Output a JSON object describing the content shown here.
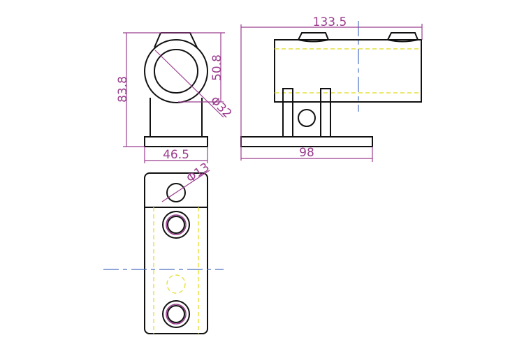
{
  "dimensions": {
    "overall_height": "83.8",
    "tube_center_height": "50.8",
    "tube_diameter": "Φ32",
    "base_width": "46.5",
    "overall_length": "133.5",
    "base_length": "98",
    "hole_diameter": "Φ13"
  },
  "colors": {
    "object": "#111111",
    "dimension": "#9b3d8f",
    "hidden": "#e6e03a",
    "center": "#4a6fc0"
  }
}
